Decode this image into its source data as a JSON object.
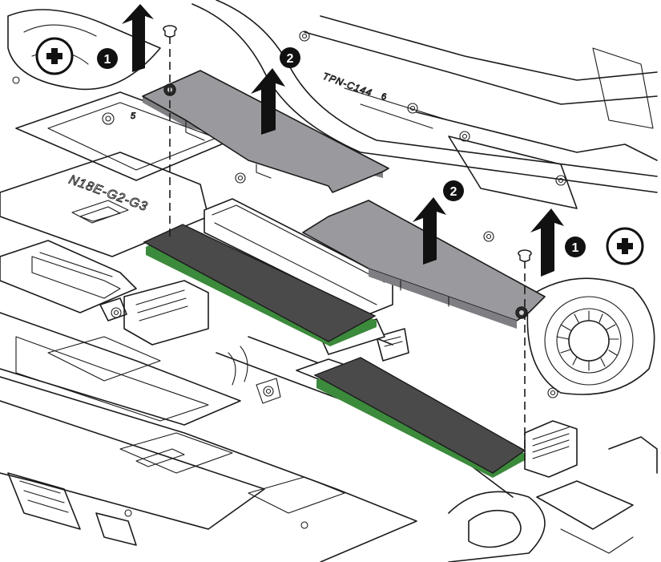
{
  "figure": {
    "board_label": "N18E-G2-G3",
    "chassis_label": "TPN-C144",
    "boss_labels": [
      "5",
      "6"
    ],
    "steps": [
      {
        "number": "1",
        "action": "remove-screw",
        "icon": "phillips-screwdriver-icon"
      },
      {
        "number": "2",
        "action": "lift-shield",
        "icon": "arrow-up-icon"
      }
    ],
    "callouts": [
      {
        "step": "1",
        "target": "left-screw"
      },
      {
        "step": "2",
        "target": "left-shield"
      },
      {
        "step": "2",
        "target": "right-shield"
      },
      {
        "step": "1",
        "target": "right-screw"
      }
    ]
  },
  "colors": {
    "line": "#1b1b1b",
    "shield": "#9a9a9e",
    "shield_shade": "#7e7e83",
    "ssd": "#4a4a4a",
    "ssd_edge": "#3c8a3c",
    "callout_fill": "#111111",
    "arrow_fill": "#111111"
  }
}
